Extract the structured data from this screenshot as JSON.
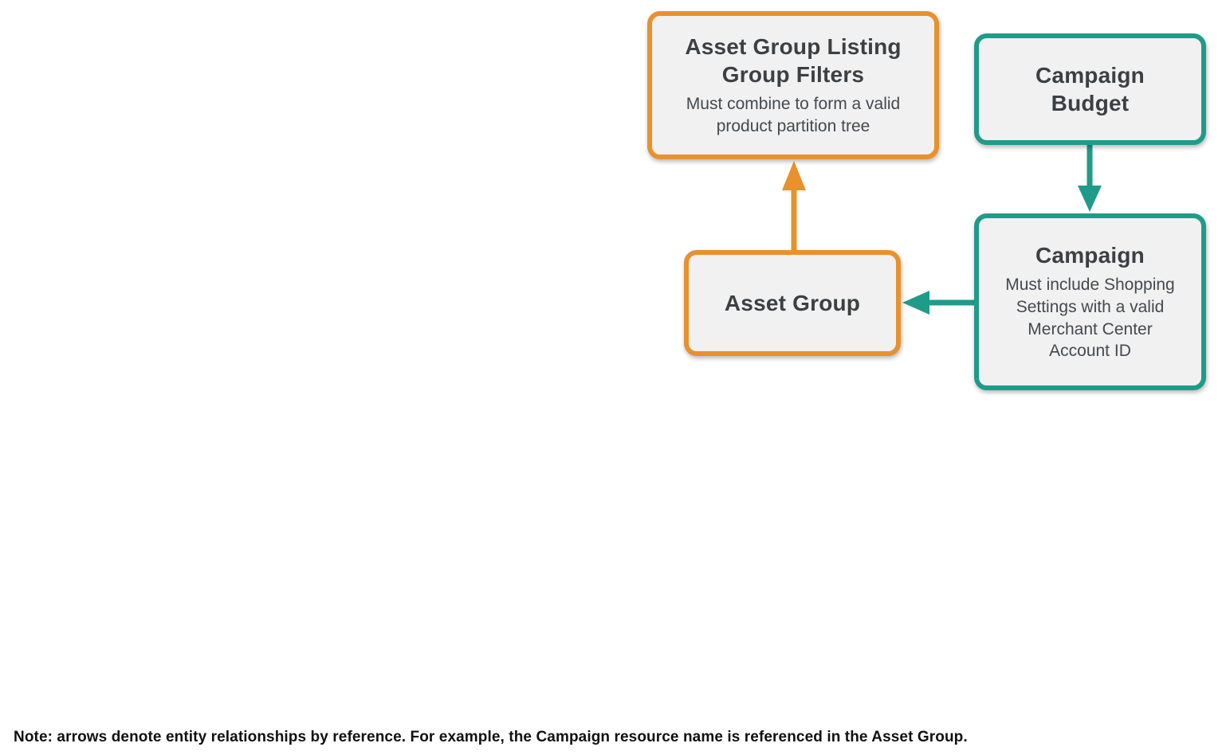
{
  "colors": {
    "orange": "#E8912D",
    "teal": "#1F9B8A",
    "box-fill": "#F1F1F2",
    "title-text": "#3C4043",
    "subtitle-text": "#45494D",
    "note-text": "#111111",
    "background": "#FFFFFF"
  },
  "diagram": {
    "nodes": [
      {
        "id": "asset-group-listing-group-filters",
        "title": "Asset Group Listing Group Filters",
        "subtitle": "Must combine to form a valid product partition tree",
        "border_color": "orange"
      },
      {
        "id": "campaign-budget",
        "title": "Campaign Budget",
        "subtitle": "",
        "border_color": "teal"
      },
      {
        "id": "asset-group",
        "title": "Asset Group",
        "subtitle": "",
        "border_color": "orange"
      },
      {
        "id": "campaign",
        "title": "Campaign",
        "subtitle": "Must include Shopping Settings with a valid Merchant Center Account ID",
        "border_color": "teal"
      }
    ],
    "edges": [
      {
        "from": "asset-group",
        "to": "asset-group-listing-group-filters",
        "color": "orange",
        "direction": "up"
      },
      {
        "from": "campaign-budget",
        "to": "campaign",
        "color": "teal",
        "direction": "down"
      },
      {
        "from": "campaign",
        "to": "asset-group",
        "color": "teal",
        "direction": "left"
      }
    ]
  },
  "note": "Note: arrows denote entity relationships by reference. For example, the Campaign resource name is referenced in the Asset Group."
}
